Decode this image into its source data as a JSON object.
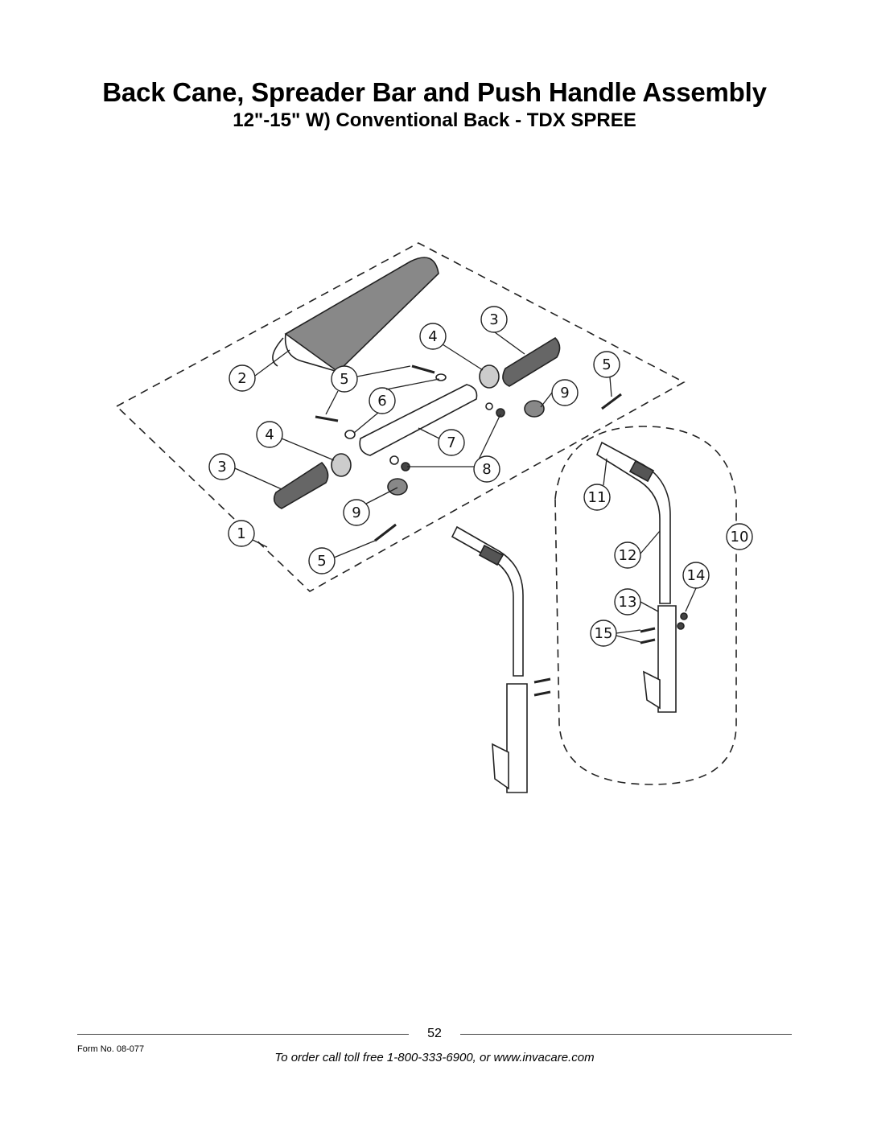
{
  "page": {
    "title": "Back Cane, Spreader Bar and Push Handle Assembly",
    "subtitle": "12\"-15\" W) Conventional Back - TDX SPREE"
  },
  "diagram": {
    "callouts": [
      "1",
      "2",
      "3",
      "3",
      "4",
      "4",
      "5",
      "5",
      "5",
      "6",
      "7",
      "8",
      "9",
      "9",
      "10",
      "11",
      "12",
      "13",
      "14",
      "15"
    ]
  },
  "footer": {
    "page_number": "52",
    "form_number": "Form No. 08-077",
    "order_text": "To order call toll free 1-800-333-6900, or www.invacare.com"
  }
}
